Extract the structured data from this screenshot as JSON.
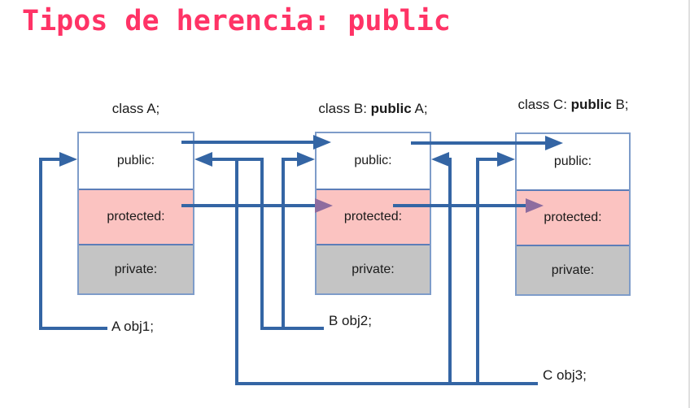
{
  "title": {
    "text": "Tipos de herencia: public"
  },
  "colors": {
    "title": "#ff3366",
    "arrow": "#3465a4",
    "phead": "#8d6c9f",
    "pink": "#fbc3c1",
    "gray": "#c4c4c4",
    "border": "#7e9cc9",
    "divider": "#5c7db8",
    "text": "#1a1a1a"
  },
  "classes": [
    {
      "label": {
        "pre": "class A;",
        "bold": "",
        "post": ""
      },
      "sections": [
        "public:",
        "protected:",
        "private:"
      ]
    },
    {
      "label": {
        "pre": "class B: ",
        "bold": "public",
        "post": " A;"
      },
      "sections": [
        "public:",
        "protected:",
        "private:"
      ]
    },
    {
      "label": {
        "pre": "class C: ",
        "bold": "public",
        "post": " B;"
      },
      "sections": [
        "public:",
        "protected:",
        "private:"
      ]
    }
  ],
  "objects": [
    {
      "label": "A obj1;"
    },
    {
      "label": "B obj2;"
    },
    {
      "label": "C obj3;"
    }
  ],
  "relations": [
    "A public -> B public (inheritance arrow)",
    "B public -> C public (inheritance arrow)",
    "A protected -> B protected (purple arrowhead)",
    "B protected -> C protected (purple arrowhead)",
    "A obj1 -> A public",
    "B obj2 -> A public and B public",
    "C obj3 -> A public, B public and C public"
  ]
}
